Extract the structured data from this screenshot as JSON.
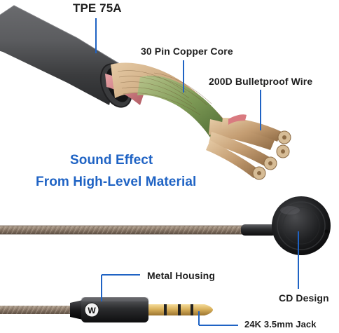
{
  "labels": {
    "tpe": "TPE 75A",
    "pin": "30 Pin  Copper Core",
    "bulletproof": "200D Bulletproof Wire",
    "sound_line1": "Sound Effect",
    "sound_line2": "From High-Level Material",
    "metal": "Metal Housing",
    "cd": "CD Design",
    "jack": "24K 3.5mm Jack",
    "logo_letter": "W"
  },
  "colors": {
    "callout_line": "#1f63c4",
    "headline_text": "#1f63c4",
    "label_text": "#1f1f1f",
    "cable_jacket": "#4a4b4d",
    "braided_cable": "#8a7a6a",
    "copper": "#c9a57e",
    "green_strands": "#7a9a5a",
    "gold_plug": "#d8b35c"
  },
  "icons": [
    "logo-w-icon"
  ]
}
